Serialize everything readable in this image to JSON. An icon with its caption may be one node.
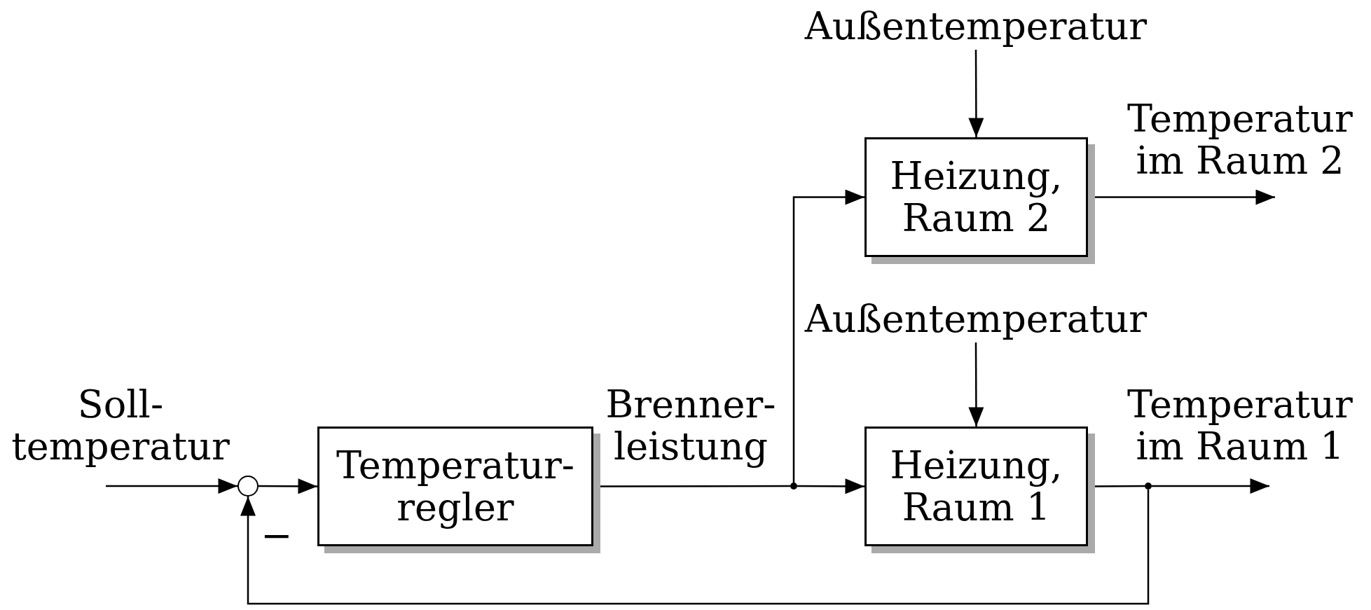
{
  "diagram": {
    "nodes": [
      {
        "text": [
          "Außentemperatur"
        ]
      },
      {
        "text": [
          "Heizung, Raum 2"
        ]
      },
      {
        "text": [
          "Außentemperatur"
        ]
      },
      {
        "text": [],
        "shape": "circle"
      },
      {
        "text": [
          "Temperatur- regler"
        ]
      },
      {
        "text": [],
        "shape": "circle"
      },
      {
        "text": [
          "Heizung, Raum 1"
        ]
      },
      {
        "text": [],
        "shape": "circle"
      }
    ],
    "edges": [
      {
        "from": null,
        "to": 3,
        "arrow": "to",
        "label": "Soll- temperatur"
      },
      {
        "from": 3,
        "to": 4,
        "arrow": "to"
      },
      {
        "from": 4,
        "to": 5,
        "arrow": "none",
        "label": "Brenner- leistung"
      },
      {
        "from": 5,
        "to": 1,
        "arrow": "to"
      },
      {
        "from": 5,
        "to": 6,
        "arrow": "to"
      },
      {
        "from": 0,
        "to": 1,
        "arrow": "to"
      },
      {
        "from": 2,
        "to": 6,
        "arrow": "to"
      },
      {
        "from": 1,
        "to": null,
        "arrow": "to",
        "label": "Temperatur im Raum 2"
      },
      {
        "from": 6,
        "to": 7,
        "arrow": "none"
      },
      {
        "from": 7,
        "to": null,
        "arrow": "to",
        "label": "Temperatur im Raum 1"
      },
      {
        "from": 7,
        "to": 3,
        "arrow": "to",
        "label": "−"
      }
    ]
  }
}
